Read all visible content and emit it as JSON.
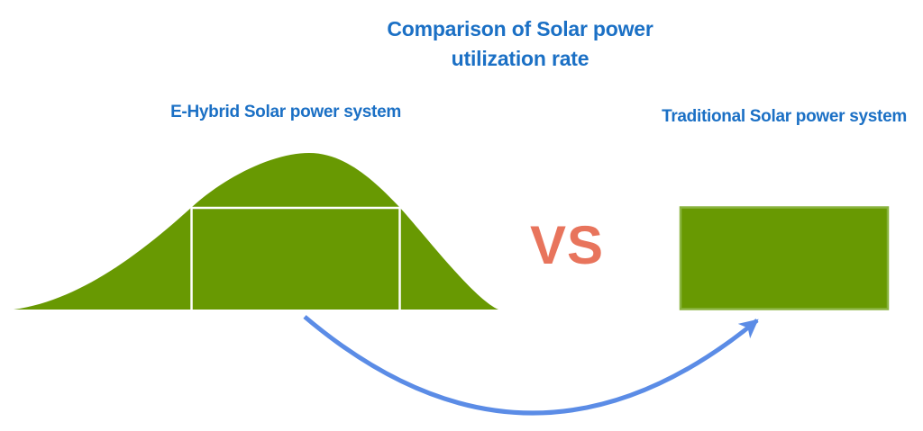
{
  "title": {
    "line1": "Comparison of Solar power",
    "line2": "utilization rate"
  },
  "labels": {
    "left_system": "E-Hybrid Solar power system",
    "right_system": "Traditional Solar power system",
    "versus": "VS"
  },
  "colors": {
    "background": "#ffffff",
    "title_blue": "#1b70c5",
    "shape_green": "#689902",
    "shape_green_border": "#8ab440",
    "outline_white": "#ffffff",
    "versus_coral": "#e8745c",
    "arrow_blue": "#5b8ce6"
  }
}
